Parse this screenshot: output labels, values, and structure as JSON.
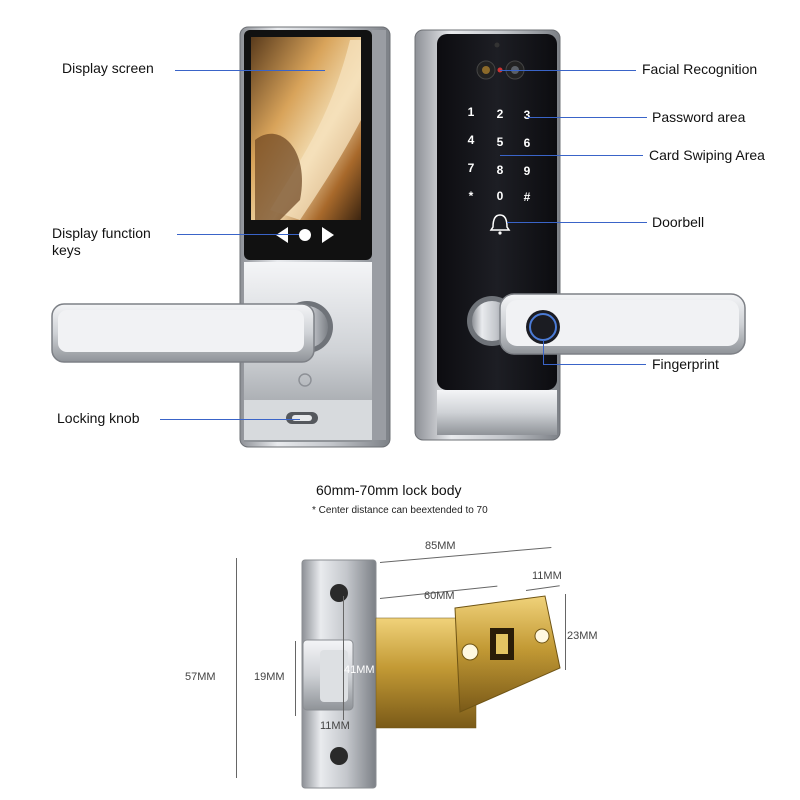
{
  "callouts": {
    "display_screen": "Display screen",
    "display_function_keys_line1": "Display function",
    "display_function_keys_line2": "keys",
    "locking_knob": "Locking knob",
    "facial_recognition": "Facial Recognition",
    "password_area": "Password area",
    "card_swiping_area": "Card Swiping Area",
    "doorbell": "Doorbell",
    "fingerprint": "Fingerprint"
  },
  "keypad": [
    "1",
    "2",
    "3",
    "4",
    "5",
    "6",
    "7",
    "8",
    "9",
    "*",
    "0",
    "#"
  ],
  "lock_body": {
    "title": "60mm-70mm lock body",
    "note": "* Center distance can beextended to 70",
    "dims": {
      "d85": "85MM",
      "d11_top": "11MM",
      "d60": "60MM",
      "d23": "23MM",
      "d57": "57MM",
      "d19": "19MM",
      "d41": "41MM",
      "d11_bottom": "11MM"
    }
  },
  "colors": {
    "callout_line": "#3a64c8",
    "panel_black": "#141418",
    "silver": "#c9ccd1",
    "brass": "#c8a23c"
  }
}
